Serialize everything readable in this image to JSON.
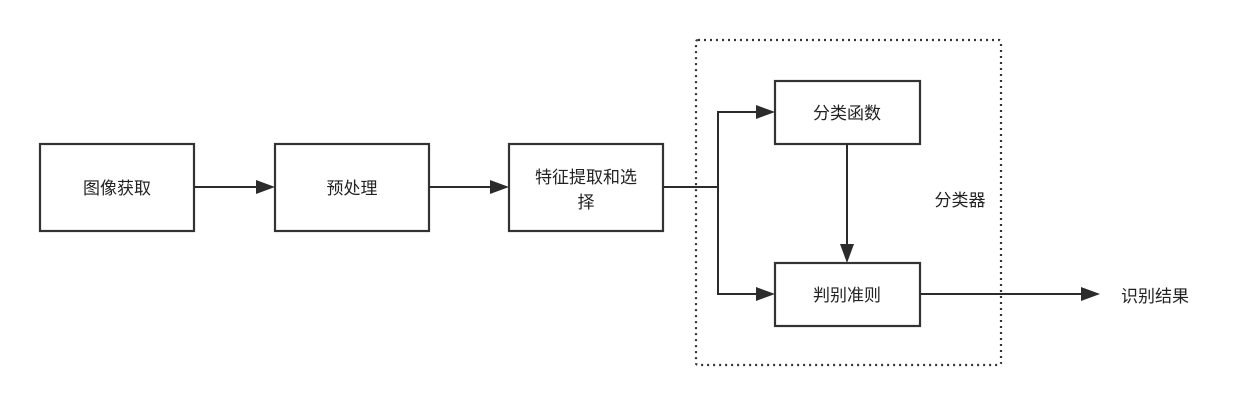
{
  "nodes": {
    "acquire": "图像获取",
    "preprocess": "预处理",
    "feature_line1": "特征提取和选",
    "feature_line2": "择",
    "class_function": "分类函数",
    "decision_rule": "判别准则",
    "result": "识别结果"
  },
  "group": {
    "label": "分类器"
  },
  "colors": {
    "stroke": "#333333",
    "arrow": "#2b2b2b",
    "text": "#222222",
    "background": "#ffffff"
  }
}
